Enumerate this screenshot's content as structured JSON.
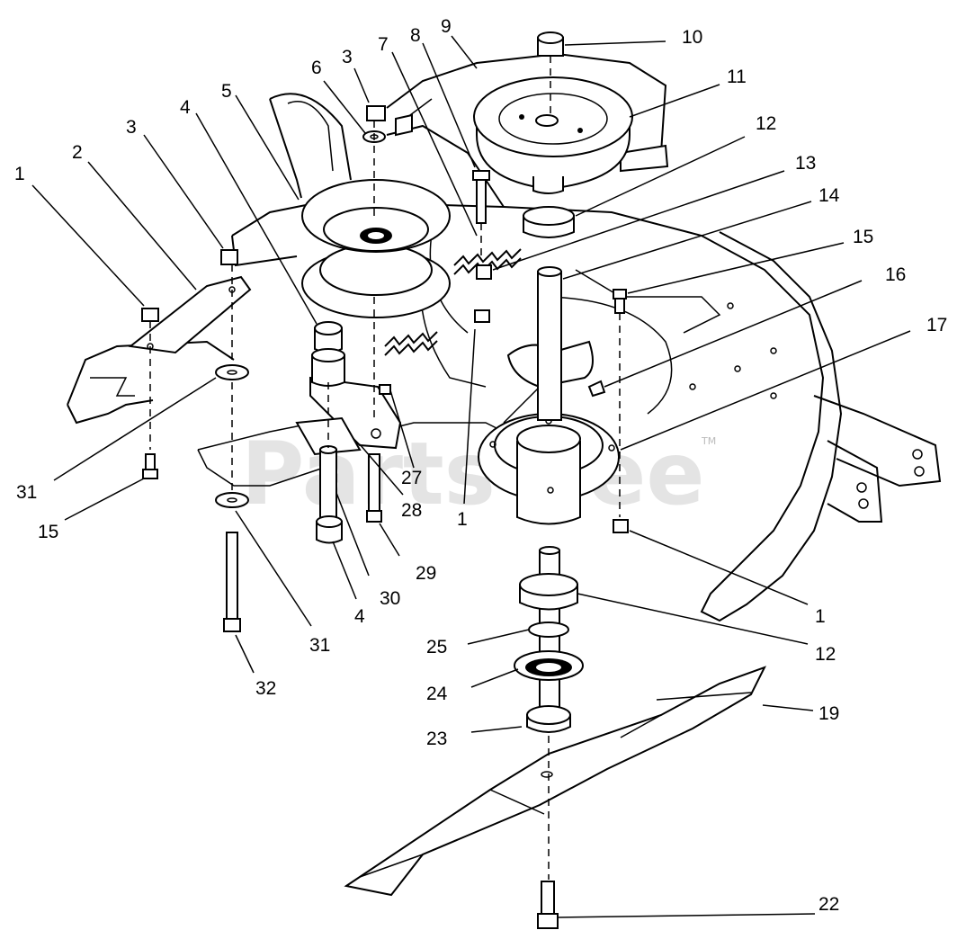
{
  "watermark": {
    "text": "PartsTree",
    "trademark": "TM"
  },
  "callouts": [
    {
      "id": "c1a",
      "label": "1"
    },
    {
      "id": "c2",
      "label": "2"
    },
    {
      "id": "c3a",
      "label": "3"
    },
    {
      "id": "c4a",
      "label": "4"
    },
    {
      "id": "c5",
      "label": "5"
    },
    {
      "id": "c6",
      "label": "6"
    },
    {
      "id": "c3b",
      "label": "3"
    },
    {
      "id": "c7",
      "label": "7"
    },
    {
      "id": "c8",
      "label": "8"
    },
    {
      "id": "c9",
      "label": "9"
    },
    {
      "id": "c10",
      "label": "10"
    },
    {
      "id": "c11",
      "label": "11"
    },
    {
      "id": "c12a",
      "label": "12"
    },
    {
      "id": "c13",
      "label": "13"
    },
    {
      "id": "c14",
      "label": "14"
    },
    {
      "id": "c15a",
      "label": "15"
    },
    {
      "id": "c16",
      "label": "16"
    },
    {
      "id": "c17",
      "label": "17"
    },
    {
      "id": "c31a",
      "label": "31"
    },
    {
      "id": "c15b",
      "label": "15"
    },
    {
      "id": "c27",
      "label": "27"
    },
    {
      "id": "c28",
      "label": "28"
    },
    {
      "id": "c1b",
      "label": "1"
    },
    {
      "id": "c29",
      "label": "29"
    },
    {
      "id": "c30",
      "label": "30"
    },
    {
      "id": "c4b",
      "label": "4"
    },
    {
      "id": "c31b",
      "label": "31"
    },
    {
      "id": "c32",
      "label": "32"
    },
    {
      "id": "c1c",
      "label": "1"
    },
    {
      "id": "c12b",
      "label": "12"
    },
    {
      "id": "c25",
      "label": "25"
    },
    {
      "id": "c24",
      "label": "24"
    },
    {
      "id": "c23",
      "label": "23"
    },
    {
      "id": "c19",
      "label": "19"
    },
    {
      "id": "c22",
      "label": "22"
    }
  ]
}
